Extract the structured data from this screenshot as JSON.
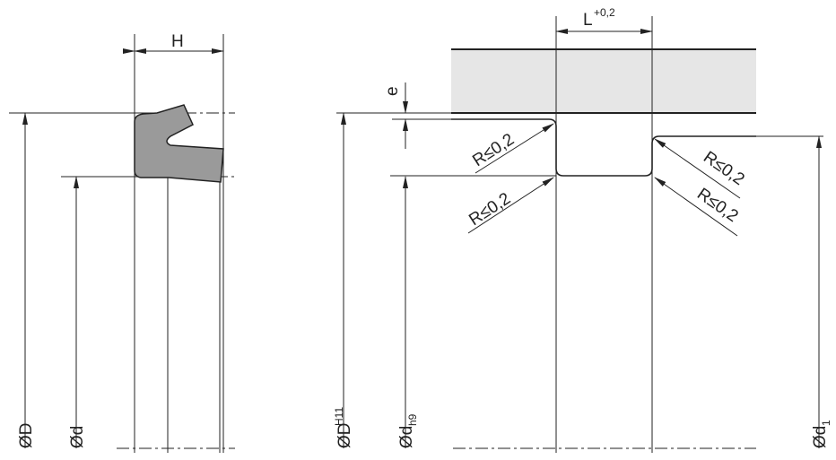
{
  "seal_view": {
    "width_label": "H",
    "outer_diameter_label": "ØD",
    "inner_diameter_label": "Ød"
  },
  "groove_view": {
    "groove_width_label": "L",
    "groove_width_tolerance": "+0,2",
    "offset_label": "e",
    "radius_labels": [
      "R≤0,2",
      "R≤0,2",
      "R≤0,2",
      "R≤0,2"
    ],
    "bore_diameter_label": "ØD",
    "bore_tolerance": "H11",
    "groove_diameter_label": "Ød",
    "groove_tolerance": "h9",
    "rod_diameter_label": "Ød",
    "rod_subscript": "1"
  },
  "colors": {
    "seal_fill": "#9a9a9a",
    "housing_fill": "#e6e6e6",
    "line": "#222222"
  }
}
